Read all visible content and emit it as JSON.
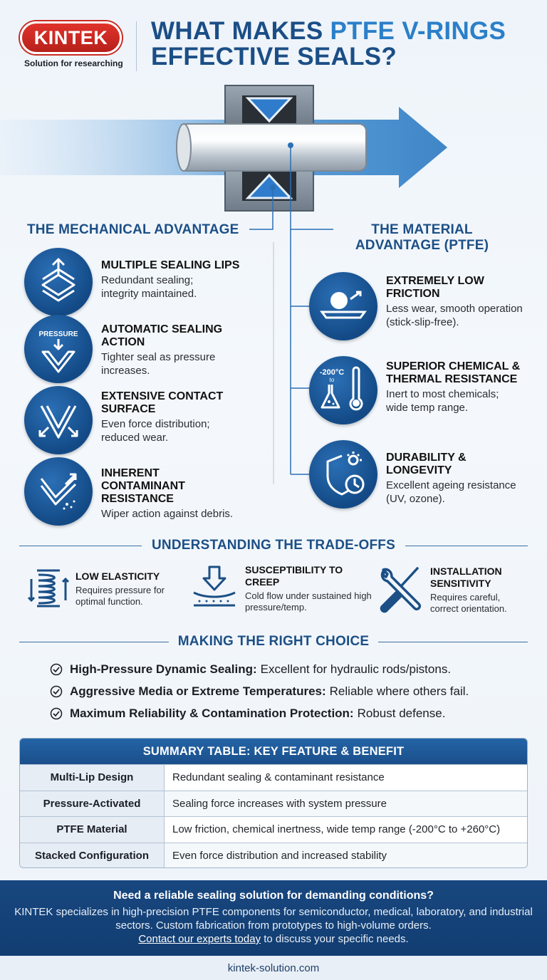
{
  "brand": {
    "name": "KINTEK",
    "tagline": "Solution for researching",
    "color": "#d42c24"
  },
  "header": {
    "title_part1": "WHAT MAKES ",
    "title_accent": "PTFE V-RINGS",
    "title_part2": "EFFECTIVE SEALS?",
    "primary_color": "#1b4e86",
    "accent_color": "#2b7fc9"
  },
  "mechanical": {
    "heading": "THE MECHANICAL ADVANTAGE",
    "items": [
      {
        "icon": "stacked-lips-icon",
        "title": "MULTIPLE SEALING LIPS",
        "desc": "Redundant sealing; integrity maintained."
      },
      {
        "icon": "pressure-icon",
        "icon_label": "PRESSURE",
        "title": "AUTOMATIC SEALING ACTION",
        "desc": "Tighter seal as pressure increases."
      },
      {
        "icon": "contact-surface-icon",
        "title": "EXTENSIVE CONTACT SURFACE",
        "desc": "Even force distribution; reduced wear."
      },
      {
        "icon": "wiper-icon",
        "title": "INHERENT CONTAMINANT RESISTANCE",
        "desc": "Wiper action against debris."
      }
    ]
  },
  "material": {
    "heading": "THE MATERIAL ADVANTAGE (PTFE)",
    "items": [
      {
        "icon": "low-friction-icon",
        "title": "EXTREMELY LOW FRICTION",
        "desc": "Less wear, smooth operation (stick-slip-free)."
      },
      {
        "icon": "chemical-thermal-icon",
        "icon_label_1": "-200°C",
        "icon_label_2": "to",
        "title": "SUPERIOR CHEMICAL & THERMAL RESISTANCE",
        "desc": "Inert to most chemicals; wide temp range."
      },
      {
        "icon": "durability-shield-icon",
        "title": "DURABILITY & LONGEVITY",
        "desc": "Excellent ageing resistance (UV, ozone)."
      }
    ]
  },
  "tradeoffs": {
    "heading": "UNDERSTANDING THE TRADE-OFFS",
    "items": [
      {
        "icon": "spring-icon",
        "title": "LOW ELASTICITY",
        "desc": "Requires pressure for optimal function."
      },
      {
        "icon": "creep-icon",
        "title": "SUSCEPTIBILITY TO CREEP",
        "desc": "Cold flow under sustained high pressure/temp."
      },
      {
        "icon": "tools-icon",
        "title": "INSTALLATION SENSITIVITY",
        "desc": "Requires careful, correct orientation."
      }
    ]
  },
  "choice": {
    "heading": "MAKING THE RIGHT CHOICE",
    "items": [
      {
        "bold": "High-Pressure Dynamic Sealing:",
        "text": "Excellent for hydraulic rods/pistons."
      },
      {
        "bold": "Aggressive Media or Extreme Temperatures:",
        "text": "Reliable where others fail."
      },
      {
        "bold": "Maximum Reliability & Contamination Protection:",
        "text": "Robust defense."
      }
    ]
  },
  "summary": {
    "heading": "SUMMARY TABLE: KEY FEATURE & BENEFIT",
    "rows": [
      {
        "feature": "Multi-Lip Design",
        "benefit": "Redundant sealing & contaminant resistance"
      },
      {
        "feature": "Pressure-Activated",
        "benefit": "Sealing force increases with system pressure"
      },
      {
        "feature": "PTFE Material",
        "benefit": "Low friction, chemical inertness, wide temp range (-200°C to +260°C)"
      },
      {
        "feature": "Stacked Configuration",
        "benefit": "Even force distribution and increased stability"
      }
    ]
  },
  "footer": {
    "question": "Need a reliable sealing solution for demanding conditions?",
    "body": "KINTEK specializes in high-precision PTFE components for semiconductor, medical, laboratory, and industrial sectors. Custom fabrication from prototypes to high-volume orders.",
    "link_text": "Contact our experts today",
    "after_link": " to discuss your specific needs.",
    "website": "kintek-solution.com"
  }
}
